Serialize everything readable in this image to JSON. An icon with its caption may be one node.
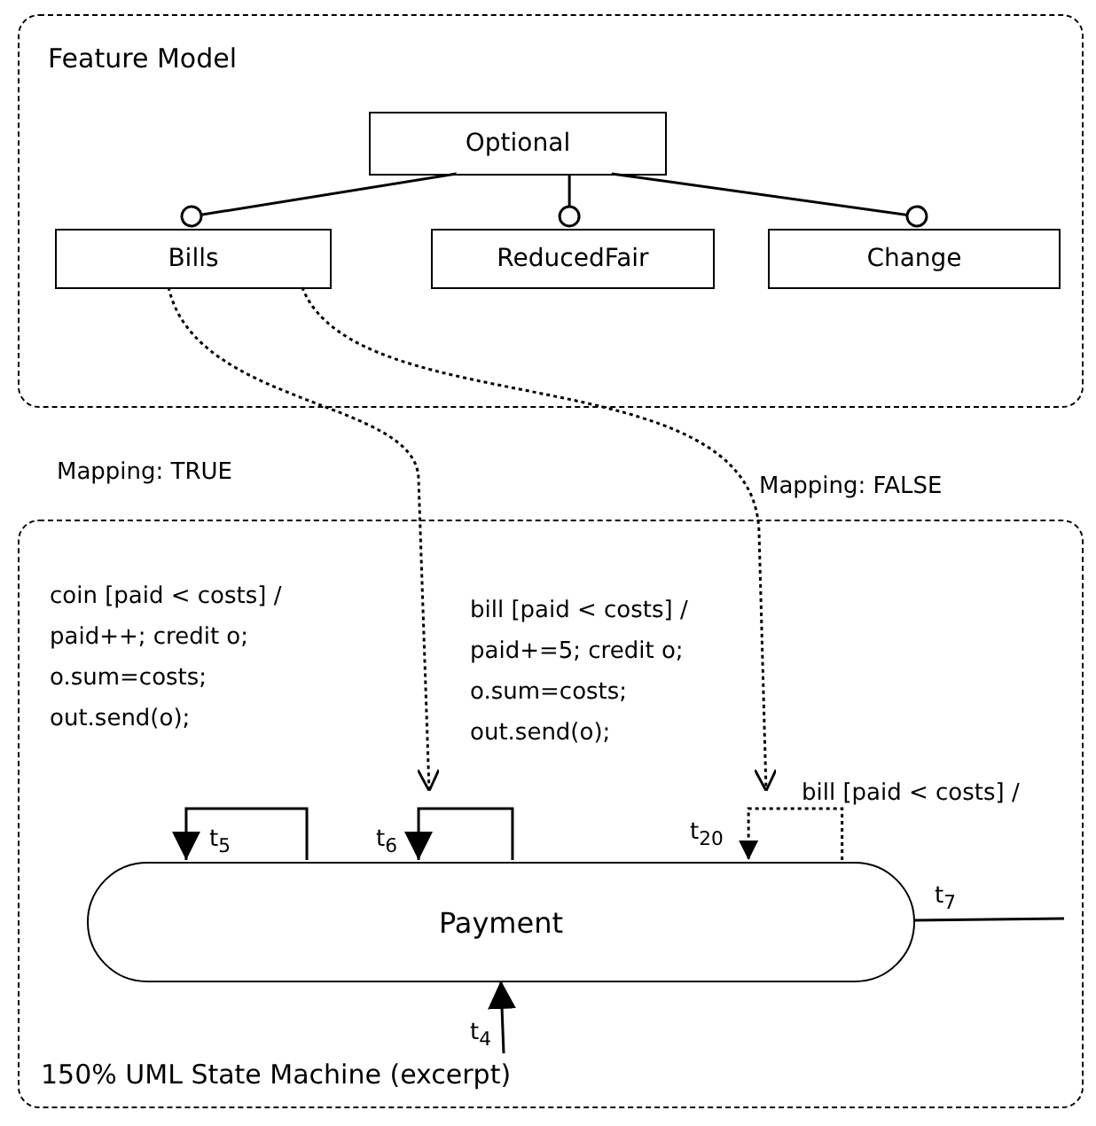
{
  "diagram": {
    "nodes": [
      {
        "text": [
          "Feature Model"
        ]
      },
      {
        "text": [
          "Optional"
        ],
        "in": 0
      },
      {
        "text": [
          "Bills"
        ],
        "in": 0
      },
      {
        "text": [
          "ReducedFair"
        ],
        "in": 0
      },
      {
        "text": [
          "Change"
        ],
        "in": 0
      },
      {
        "text": [
          "150% UML State Machine (excerpt)"
        ]
      },
      {
        "text": [
          "Payment"
        ],
        "in": 5
      }
    ],
    "edges": [
      {
        "from": 1,
        "to": 2,
        "arrow": "other"
      },
      {
        "from": 1,
        "to": 3,
        "arrow": "other"
      },
      {
        "from": 1,
        "to": 4,
        "arrow": "other"
      },
      {
        "from": 6,
        "to": 6,
        "arrow": "to",
        "label": "t$_{5}$"
      },
      {
        "from": 6,
        "to": 6,
        "arrow": "to",
        "label": "t$_{6}$"
      },
      {
        "from": 6,
        "to": 6,
        "arrow": "to",
        "label": "t$_{20}$",
        "style": "dashed"
      },
      {
        "from": null,
        "to": 6,
        "arrow": "to",
        "label": "t$_{4}$"
      },
      {
        "from": 6,
        "to": null,
        "arrow": "none",
        "label": "t$_{7}$"
      },
      {
        "from": 2,
        "to": null,
        "arrow": "to",
        "label": "Mapping: TRUE",
        "style": "dashed"
      },
      {
        "from": 2,
        "to": null,
        "arrow": "to",
        "label": "Mapping: FALSE",
        "style": "dashed"
      }
    ],
    "labels": [
      "coin [paid < costs] / paid++; credit o; o.sum=costs; out.send(o);",
      "bill [paid < costs] / paid+=5; credit o; o.sum=costs; out.send(o);",
      "bill [paid < costs] /"
    ]
  }
}
